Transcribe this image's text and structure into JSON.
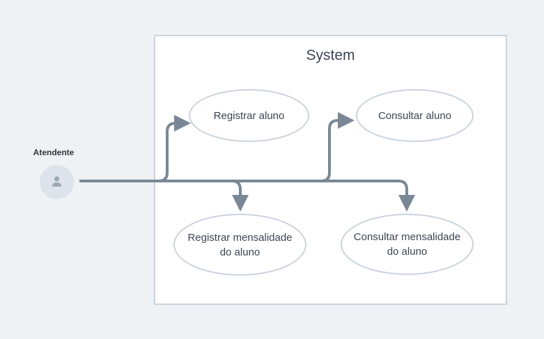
{
  "system": {
    "title": "System"
  },
  "actor": {
    "label": "Atendente",
    "icon": "user-icon"
  },
  "use_cases": [
    {
      "id": "uc1",
      "label": "Registrar aluno"
    },
    {
      "id": "uc2",
      "label": "Consultar aluno"
    },
    {
      "id": "uc3",
      "label": "Registrar mensalidade\ndo aluno"
    },
    {
      "id": "uc4",
      "label": "Consultar mensalidade\ndo aluno"
    }
  ],
  "associations": [
    {
      "from": "Atendente",
      "to": "uc1"
    },
    {
      "from": "Atendente",
      "to": "uc2"
    },
    {
      "from": "Atendente",
      "to": "uc3"
    },
    {
      "from": "Atendente",
      "to": "uc4"
    }
  ],
  "colors": {
    "background": "#eff2f5",
    "box_border": "#c9d3de",
    "connector": "#7a8896",
    "text": "#3a4552"
  }
}
